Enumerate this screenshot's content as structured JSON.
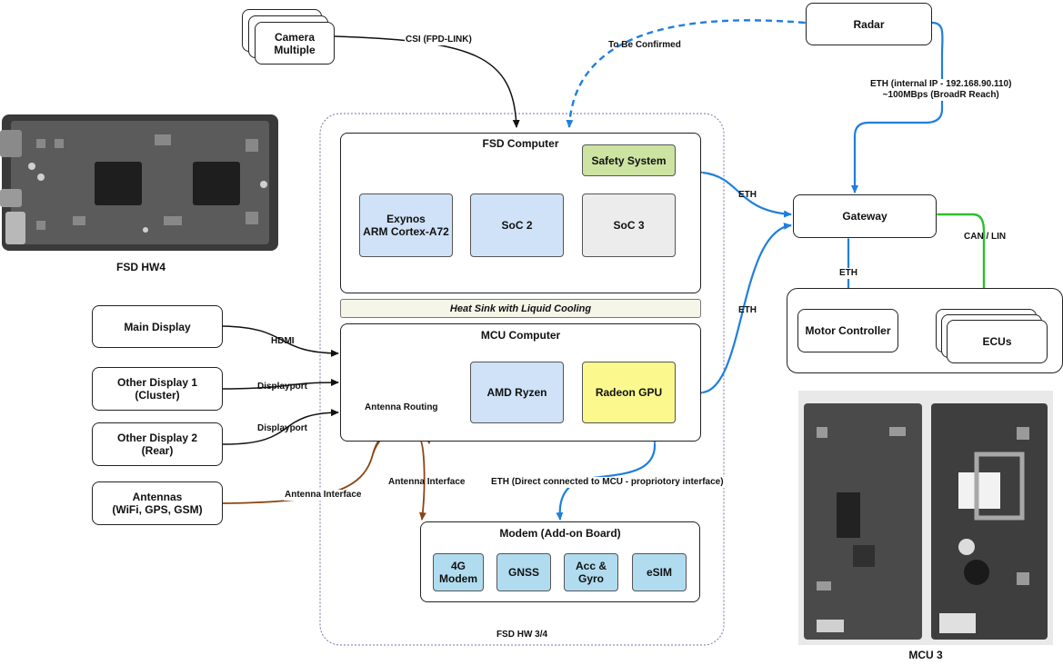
{
  "colors": {
    "eth": "#1f7fdc",
    "can": "#2cbf2c",
    "antenna": "#8b4513",
    "csi": "#111111",
    "boundary": "#7b6fa8"
  },
  "external": {
    "camera": "Camera\nMultiple",
    "radar": "Radar",
    "gateway": "Gateway",
    "motor_controller": "Motor Controller",
    "ecus": "ECUs",
    "main_display": "Main Display",
    "other_display_1": "Other Display 1\n(Cluster)",
    "other_display_2": "Other Display 2\n(Rear)",
    "antennas": "Antennas\n(WiFi, GPS, GSM)"
  },
  "fsd": {
    "title": "FSD Computer",
    "safety": "Safety System",
    "exynos": "Exynos\nARM Cortex-A72",
    "soc2": "SoC 2",
    "soc3": "SoC 3"
  },
  "heat_sink": "Heat Sink with Liquid Cooling",
  "mcu": {
    "title": "MCU Computer",
    "ryzen": "AMD Ryzen",
    "gpu": "Radeon GPU"
  },
  "modem": {
    "title": "Modem (Add-on Board)",
    "lte": "4G\nModem",
    "gnss": "GNSS",
    "acc": "Acc &\nGyro",
    "esim": "eSIM"
  },
  "boundary_label": "FSD HW 3/4",
  "photos": {
    "hw4_caption": "FSD HW4",
    "mcu3_caption": "MCU 3"
  },
  "labels": {
    "csi": "CSI (FPD-LINK)",
    "tbc": "To Be Confirmed",
    "radar_eth": "ETH (internal IP - 192.168.90.110)\n~100MBps (BroadR Reach)",
    "eth_fsd": "ETH",
    "eth_mcu": "ETH",
    "eth_motor": "ETH",
    "can_lin": "CAN / LIN",
    "hdmi": "HDMI",
    "dp1": "Displayport",
    "dp2": "Displayport",
    "antenna_routing": "Antenna Routing",
    "antenna_interface_left": "Antenna Interface",
    "antenna_interface_mid": "Antenna Interface",
    "eth_modem": "ETH  (Direct connected to MCU - propriotory interface)"
  }
}
